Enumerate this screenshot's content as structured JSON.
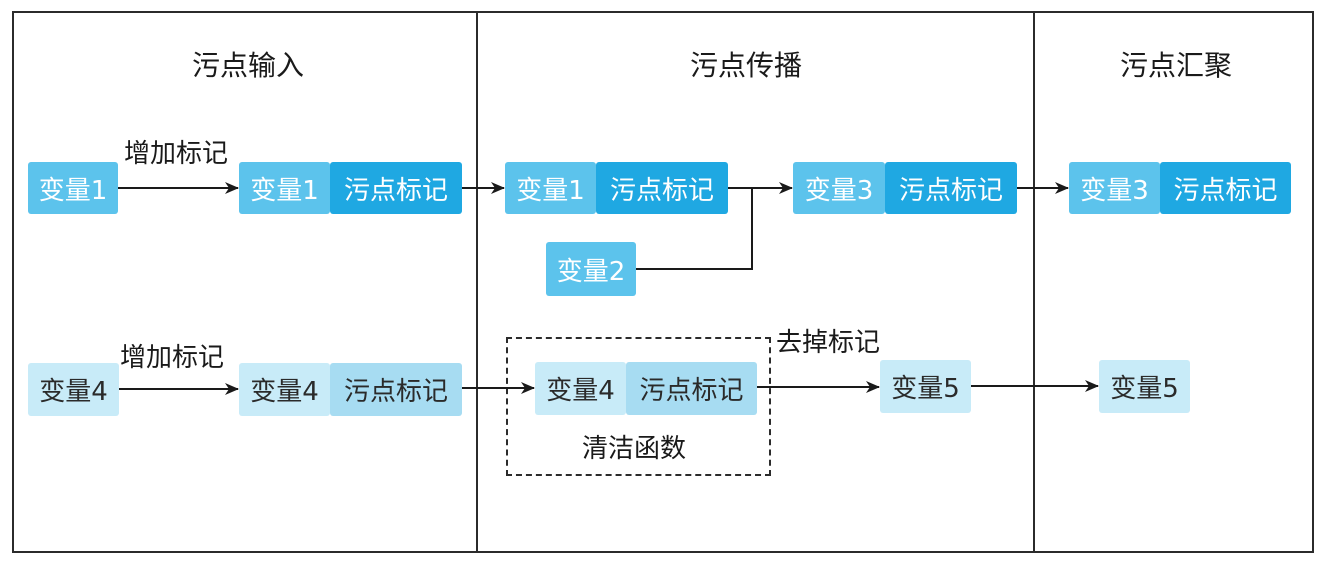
{
  "columns": {
    "input": "污点输入",
    "propagation": "污点传播",
    "sink": "污点汇聚"
  },
  "labels": {
    "add_mark_1": "增加标记",
    "add_mark_2": "增加标记",
    "remove_mark": "去掉标记",
    "clean_function": "清洁函数"
  },
  "boxes": {
    "var1": "变量1",
    "var1_b": "变量1",
    "var1_c": "变量1",
    "var2": "变量2",
    "var3": "变量3",
    "var3_b": "变量3",
    "var4": "变量4",
    "var4_b": "变量4",
    "var4_c": "变量4",
    "var5": "变量5",
    "var5_b": "变量5",
    "taint_mark": "污点标记"
  },
  "colors": {
    "variable_dark": "#5cc3ec",
    "mark_dark": "#1fa8e2",
    "variable_light": "#c8ebf8",
    "mark_light": "#a7dcf2",
    "line": "#2b2b2b"
  }
}
